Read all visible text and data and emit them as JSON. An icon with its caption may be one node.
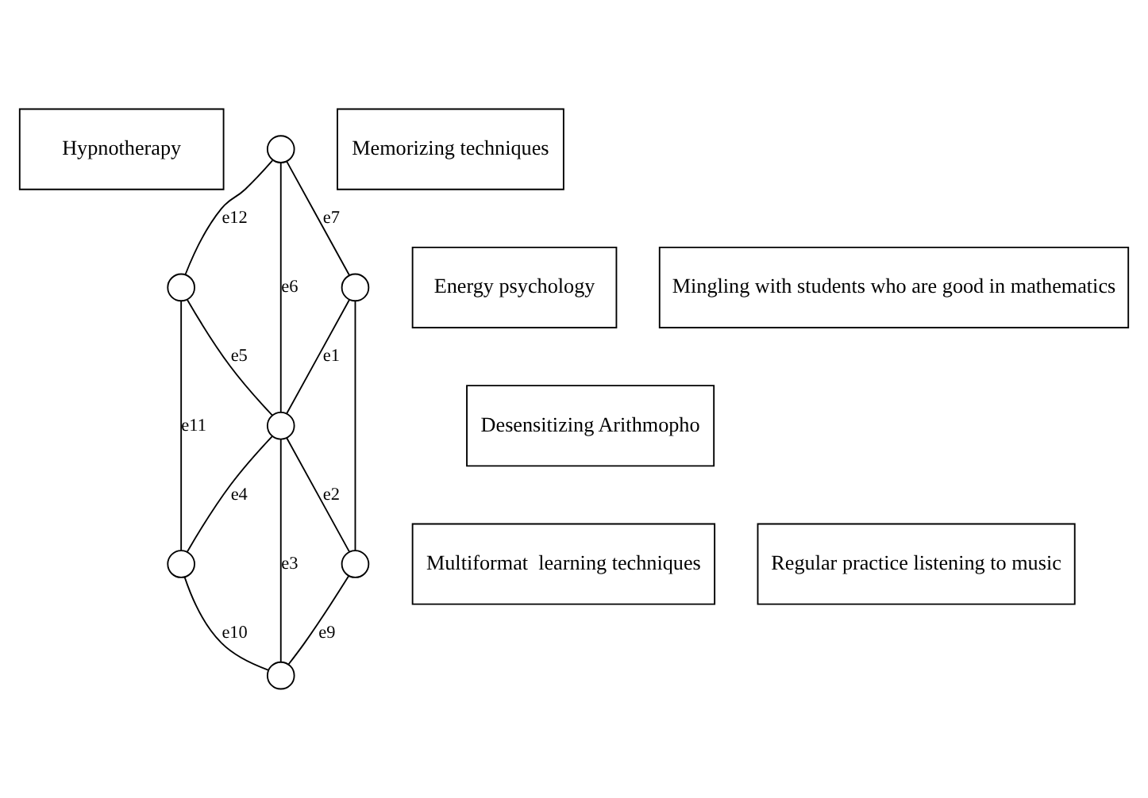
{
  "diagram": {
    "nodes": [
      {
        "text": [
          "Hypnotherapy"
        ]
      },
      {
        "text": [],
        "shape": "circle"
      },
      {
        "text": [
          "Energy psychology"
        ]
      },
      {
        "text": [],
        "shape": "circle"
      },
      {
        "text": [],
        "shape": "circle"
      },
      {
        "text": [
          "Mingling with students who are good in mathematics"
        ]
      },
      {
        "text": [
          "Desensitizing Arithmopho"
        ]
      },
      {
        "text": [],
        "shape": "circle"
      },
      {
        "text": [
          "Multiformat  learning techniques"
        ]
      },
      {
        "text": [],
        "shape": "circle"
      },
      {
        "text": [],
        "shape": "circle"
      },
      {
        "text": [
          "Regular practice listening to music"
        ]
      },
      {
        "text": [],
        "shape": "circle"
      },
      {
        "text": [
          "Memorizing techniques"
        ]
      }
    ],
    "edges": [
      {
        "from": 1,
        "to": 3,
        "arrow": "none",
        "label": "e12"
      },
      {
        "from": 1,
        "to": 4,
        "arrow": "none",
        "label": "e7"
      },
      {
        "from": 1,
        "to": 7,
        "arrow": "none",
        "label": "e6"
      },
      {
        "from": 4,
        "to": 7,
        "arrow": "none",
        "label": "e1"
      },
      {
        "from": 3,
        "to": 9,
        "arrow": "none",
        "label": "e11"
      },
      {
        "from": 3,
        "to": 7,
        "arrow": "none",
        "label": "e5"
      },
      {
        "from": 4,
        "to": 10,
        "arrow": "none"
      },
      {
        "from": 7,
        "to": 10,
        "arrow": "none",
        "label": "e2"
      },
      {
        "from": 7,
        "to": 12,
        "arrow": "none",
        "label": "e3"
      },
      {
        "from": 7,
        "to": 9,
        "arrow": "none",
        "label": "e4"
      },
      {
        "from": 9,
        "to": 12,
        "arrow": "none",
        "label": "e10"
      },
      {
        "from": 10,
        "to": 12,
        "arrow": "none",
        "label": "e9"
      }
    ]
  }
}
